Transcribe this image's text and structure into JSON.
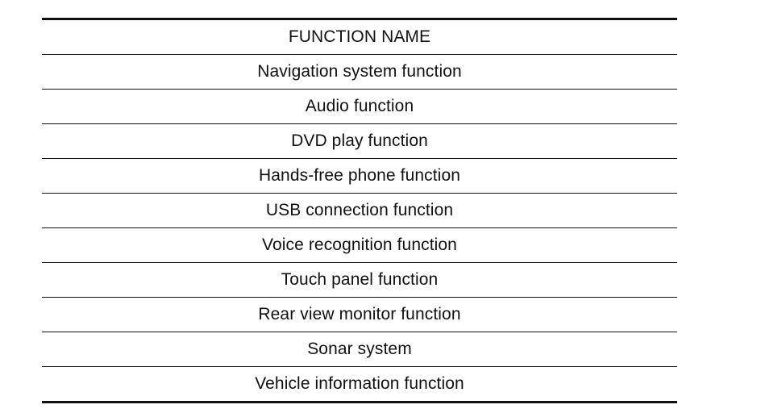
{
  "table": {
    "header": "FUNCTION NAME",
    "rows": [
      "Navigation system function",
      "Audio function",
      "DVD play function",
      "Hands-free phone function",
      "USB connection function",
      "Voice recognition function",
      "Touch panel function",
      "Rear view monitor function",
      "Sonar system",
      "Vehicle information function"
    ]
  }
}
